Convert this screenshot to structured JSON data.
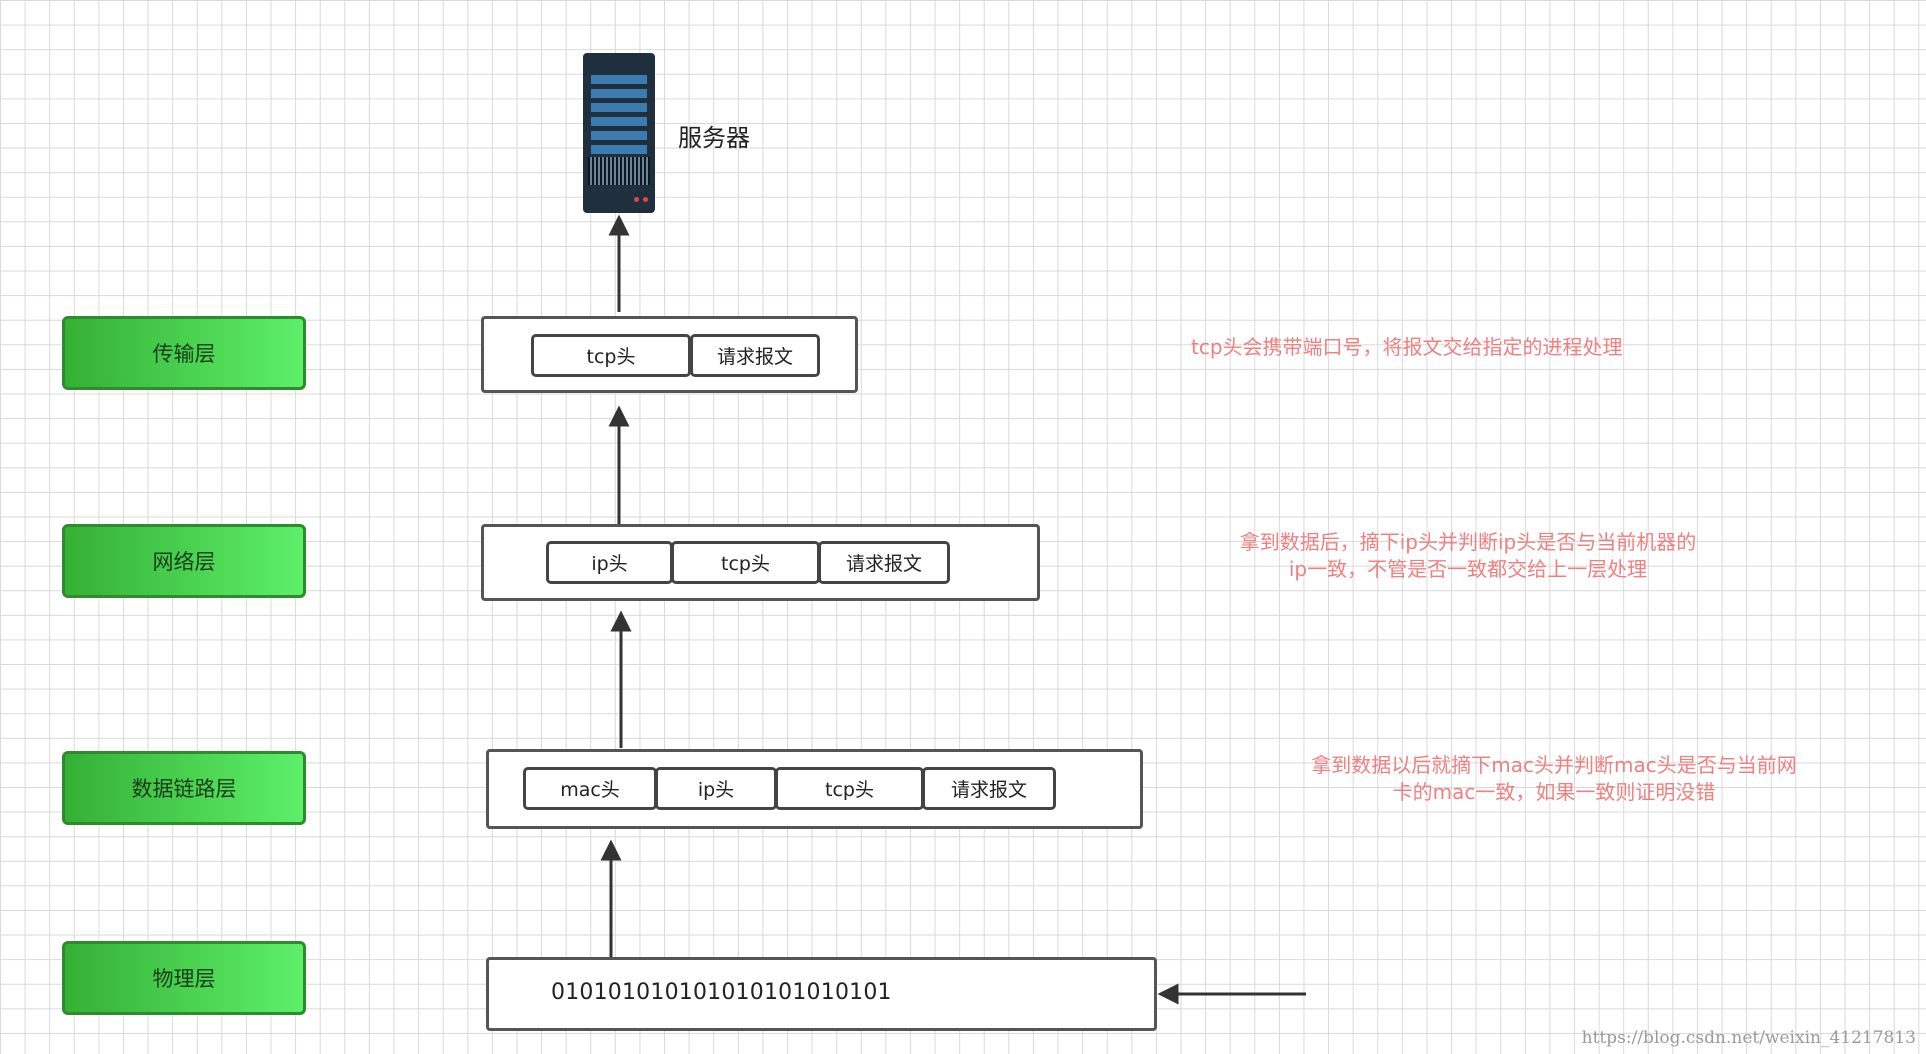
{
  "layers": [
    {
      "id": "transport",
      "label": "传输层"
    },
    {
      "id": "network",
      "label": "网络层"
    },
    {
      "id": "datalink",
      "label": "数据链路层"
    },
    {
      "id": "physical",
      "label": "物理层"
    }
  ],
  "server": {
    "label": "服务器"
  },
  "packets": {
    "transport": [
      "tcp头",
      "请求报文"
    ],
    "network": [
      "ip头",
      "tcp头",
      "请求报文"
    ],
    "datalink": [
      "mac头",
      "ip头",
      "tcp头",
      "请求报文"
    ],
    "physical_bits": "010101010101010101010101"
  },
  "notes": {
    "transport": "tcp头会携带端口号，将报文交给指定的进程处理",
    "network_line1": "拿到数据后，摘下ip头并判断ip头是否与当前机器的",
    "network_line2": "ip一致，不管是否一致都交给上一层处理",
    "datalink_line1": "拿到数据以后就摘下mac头并判断mac头是否与当前网",
    "datalink_line2": "卡的mac一致，如果一致则证明没错"
  },
  "colors": {
    "layer_fill_start": "#35b035",
    "layer_fill_end": "#5df06a",
    "note_text": "#f08080",
    "arrow": "#333333"
  },
  "watermark": "https://blog.csdn.net/weixin_41217813"
}
